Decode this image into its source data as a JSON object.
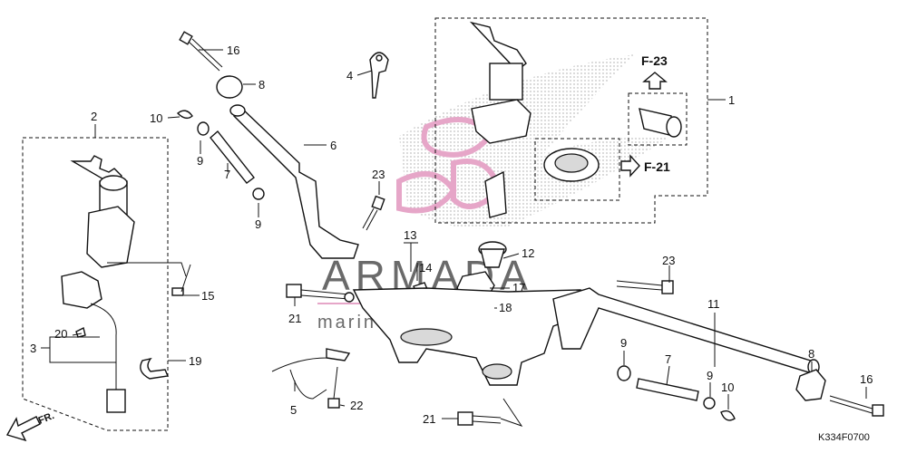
{
  "diagram": {
    "code": "K334F0700",
    "direction_label": "FR.",
    "watermark": {
      "brand": "ARMADA",
      "tagline": "marine outboards"
    },
    "ref_labels": {
      "f23": "F-23",
      "f21": "F-21"
    },
    "callouts": {
      "c1": "1",
      "c2": "2",
      "c3": "3",
      "c4": "4",
      "c5": "5",
      "c6": "6",
      "c7a": "7",
      "c7b": "7",
      "c8a": "8",
      "c8b": "8",
      "c9a": "9",
      "c9b": "9",
      "c9c": "9",
      "c9d": "9",
      "c10a": "10",
      "c10b": "10",
      "c11": "11",
      "c12": "12",
      "c13": "13",
      "c14": "14",
      "c15": "15",
      "c16a": "16",
      "c16b": "16",
      "c17": "17",
      "c18": "18",
      "c19": "19",
      "c20": "20",
      "c21a": "21",
      "c21b": "21",
      "c22": "22",
      "c23a": "23",
      "c23b": "23"
    }
  }
}
